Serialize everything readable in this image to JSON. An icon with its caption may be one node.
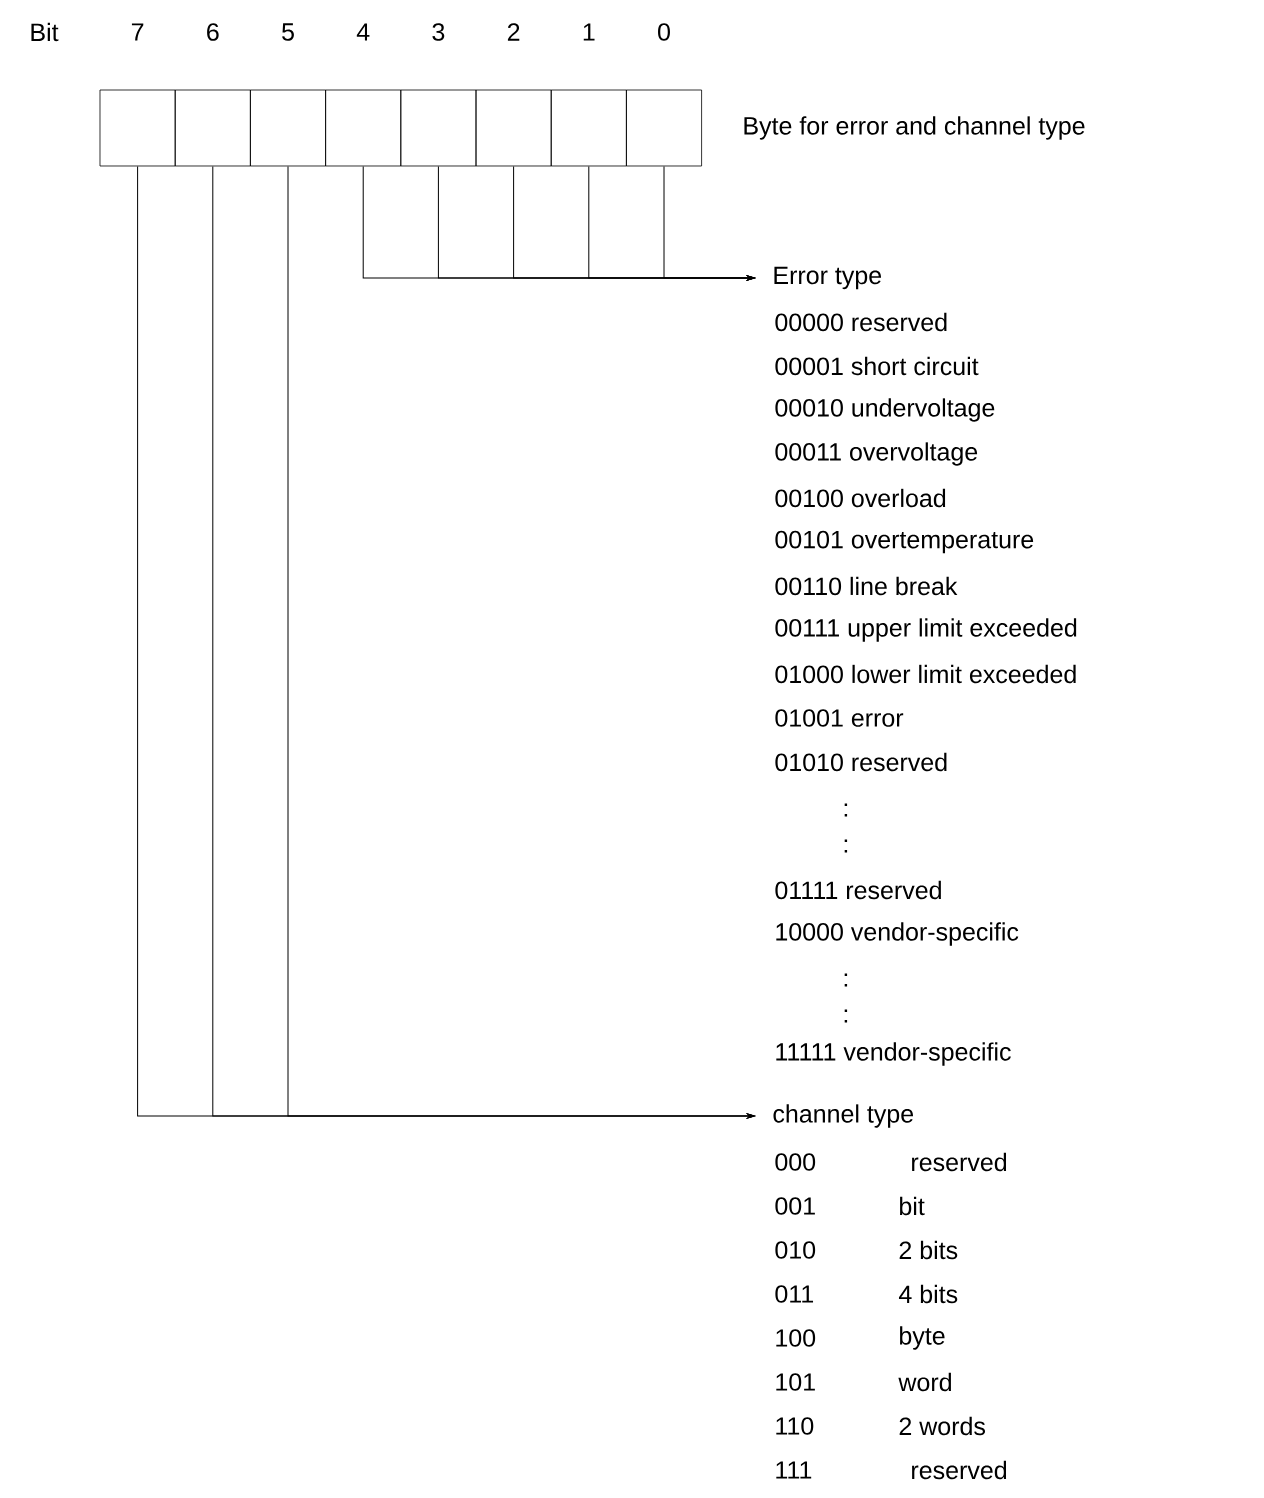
{
  "diagram": {
    "nodes": [
      {
        "text": [],
        "shape": "box"
      },
      {
        "text": [],
        "shape": "box"
      },
      {
        "text": [],
        "shape": "box"
      },
      {
        "text": [],
        "shape": "box"
      },
      {
        "text": [],
        "shape": "box"
      },
      {
        "text": [],
        "shape": "box"
      },
      {
        "text": [],
        "shape": "box"
      },
      {
        "text": [],
        "shape": "box"
      },
      {
        "text": [
          "Error type"
        ]
      },
      {
        "text": [
          "channel type"
        ]
      }
    ],
    "edges": [
      {
        "from": 3,
        "to": 8,
        "arrow": "to"
      },
      {
        "from": 4,
        "to": 8,
        "arrow": "to"
      },
      {
        "from": 5,
        "to": 8,
        "arrow": "to"
      },
      {
        "from": 6,
        "to": 8,
        "arrow": "to"
      },
      {
        "from": 7,
        "to": 8,
        "arrow": "to"
      },
      {
        "from": 0,
        "to": 9,
        "arrow": "to"
      },
      {
        "from": 1,
        "to": 9,
        "arrow": "to"
      },
      {
        "from": 2,
        "to": 9,
        "arrow": "to"
      }
    ],
    "labels": [
      "Bit",
      "7",
      "6",
      "5",
      "4",
      "3",
      "2",
      "1",
      "0",
      "Byte for error and channel type",
      "00000 reserved",
      "00001 short circuit",
      "00010 undervoltage",
      "00011 overvoltage",
      "00100 overload",
      "00101 overtemperature",
      "00110 line break",
      "00111 upper limit exceeded",
      "01000 lower limit exceeded",
      "01001 error",
      "01010 reserved",
      ":",
      ":",
      "01111 reserved",
      "10000 vendor-specific",
      ":",
      ":",
      "11111 vendor-specific",
      "000",
      "reserved",
      "001",
      "bit",
      "010",
      "2 bits",
      "011",
      "4 bits",
      "100",
      "byte",
      "101",
      "word",
      "110",
      "2 words",
      "111",
      "reserved"
    ]
  }
}
